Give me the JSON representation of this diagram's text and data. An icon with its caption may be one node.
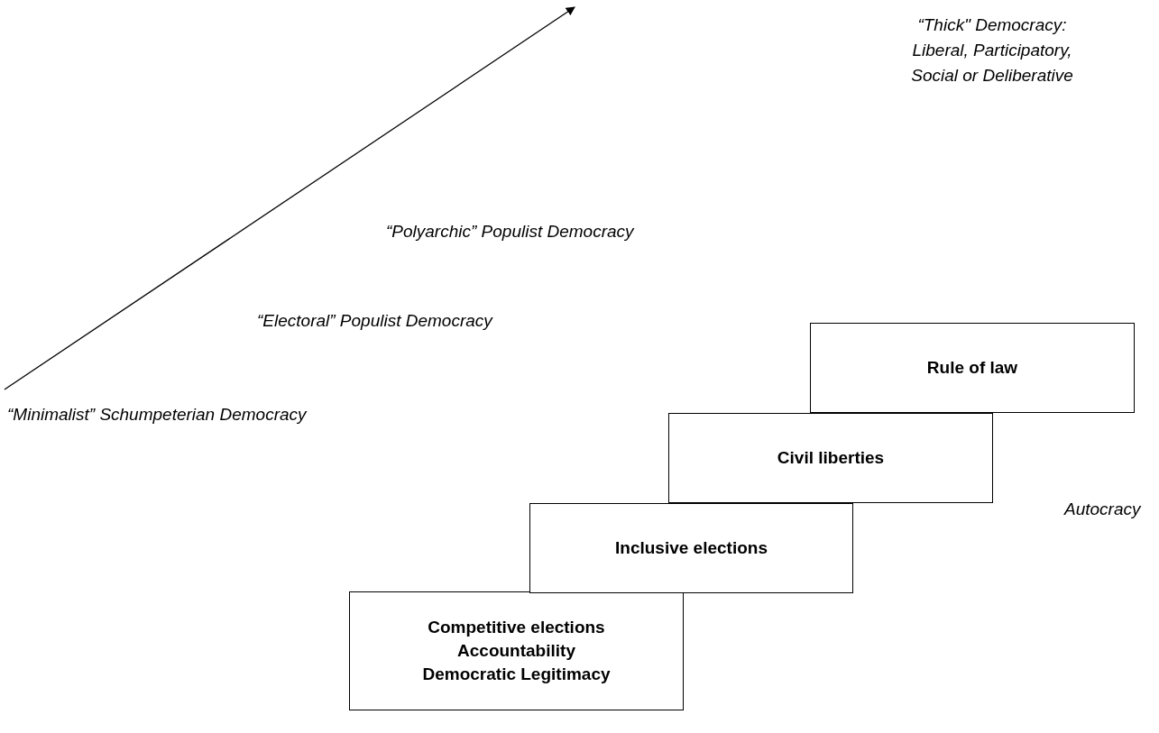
{
  "diagram": {
    "nodes": [
      {
        "text": [
          "Competitive elections",
          "Accountability",
          "Democratic Legitimacy"
        ]
      },
      {
        "text": [
          "Inclusive elections"
        ]
      },
      {
        "text": [
          "Civil liberties"
        ]
      },
      {
        "text": [
          "Rule of law"
        ]
      }
    ],
    "labels": [
      "“Thick\" Democracy: Liberal, Participatory, Social or Deliberative",
      "“Polyarchic” Populist Democracy",
      "“Electoral” Populist Democracy",
      "“Minimalist” Schumpeterian Democracy",
      "Autocracy"
    ]
  }
}
